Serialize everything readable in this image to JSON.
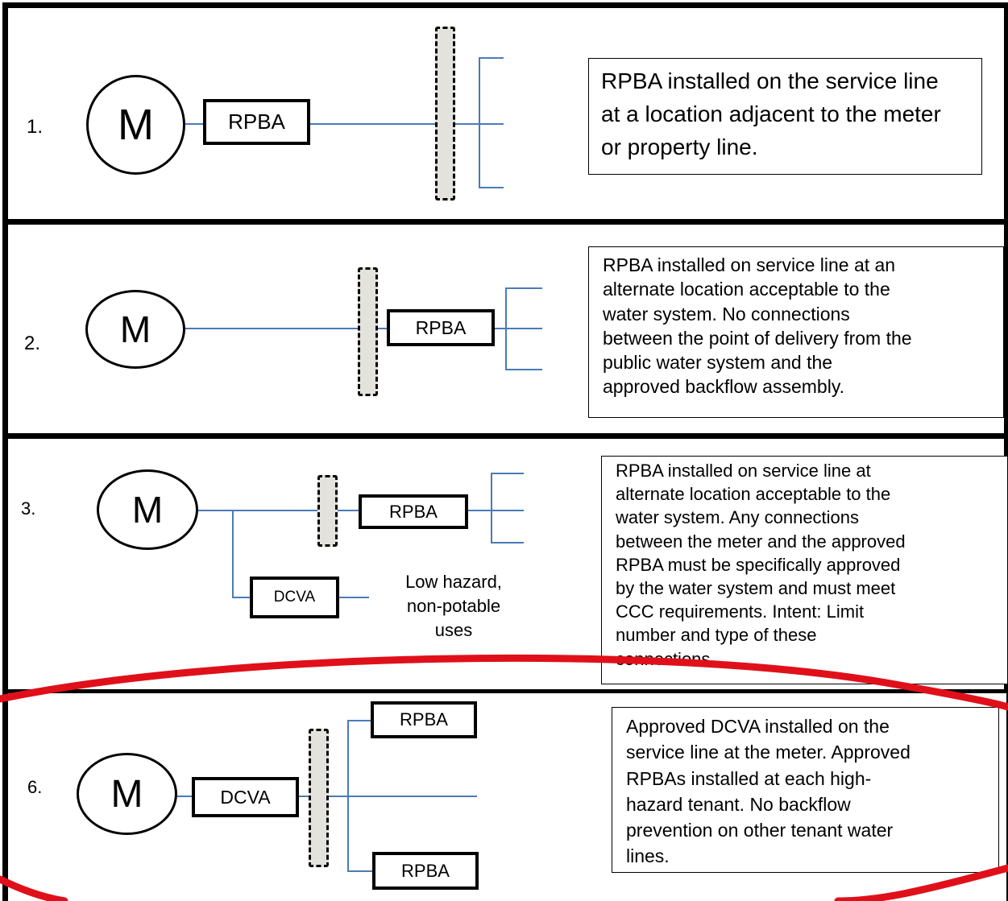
{
  "colors": {
    "pipe": "#4a7ab8",
    "frame": "#000000",
    "post_fill": "#e3e2dc",
    "circle_highlight": "#e0101a"
  },
  "panels": [
    {
      "number": "1.",
      "meter": "M",
      "device": "RPBA",
      "description": [
        "RPBA installed on the service line",
        "at a location adjacent to the meter",
        "or property line."
      ]
    },
    {
      "number": "2.",
      "meter": "M",
      "device": "RPBA",
      "description": [
        "RPBA installed on service line at an",
        "alternate location acceptable to the",
        "water system. No connections",
        "between the point of delivery from the",
        "public water system and the",
        "approved backflow assembly."
      ]
    },
    {
      "number": "3.",
      "meter": "M",
      "device": "RPBA",
      "branch_device": "DCVA",
      "branch_note": [
        "Low hazard,",
        "non-potable",
        "uses"
      ],
      "description": [
        "RPBA installed on service line at",
        "alternate location acceptable to the",
        "water system. Any connections",
        "between the meter and the approved",
        "RPBA must be specifically approved",
        "by the water system and must meet",
        "CCC requirements. Intent: Limit",
        "number and type of these",
        "connections."
      ]
    },
    {
      "number": "6.",
      "meter": "M",
      "device": "DCVA",
      "top_device": "RPBA",
      "bottom_device": "RPBA",
      "description": [
        "Approved DCVA installed on the",
        "service line at the meter. Approved",
        "RPBAs installed at each high-",
        "hazard tenant. No backflow",
        "prevention on other tenant water",
        "lines."
      ]
    }
  ]
}
